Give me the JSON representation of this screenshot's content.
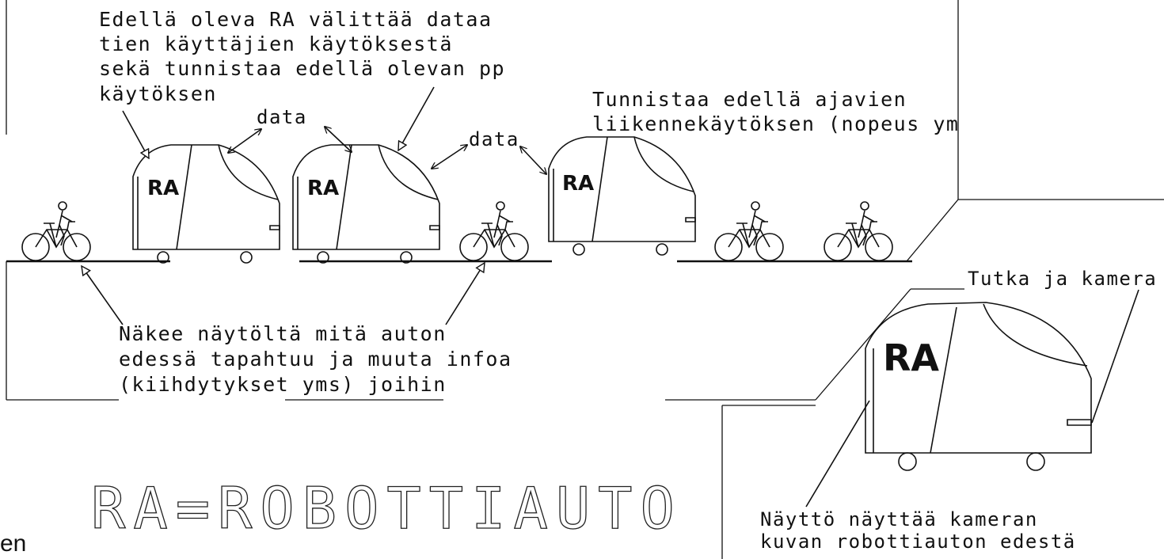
{
  "diagram": {
    "legend": "RA=ROBOTTIAUTO",
    "vehicle_label": "RA",
    "data_labels": [
      "data",
      "data"
    ],
    "notes": {
      "top_left": [
        "Edellä oleva RA välittää dataa",
        "tien käyttäjien käytöksestä",
        "sekä tunnistaa edellä olevan pp",
        "käytöksen"
      ],
      "top_right": [
        "Tunnistaa edellä ajavien",
        "liikennekäytöksen (nopeus ym"
      ],
      "bottom_left": [
        "Näkee näytöltä mitä auton",
        "edessä tapahtuu ja muuta infoa",
        "(kiihdytykset yms) joihin"
      ],
      "detail_sensor": "Tutka ja kamera",
      "detail_screen": [
        "Näyttö näyttää kameran",
        "kuvan robottiauton edestä"
      ],
      "side_fragment": "en"
    }
  }
}
